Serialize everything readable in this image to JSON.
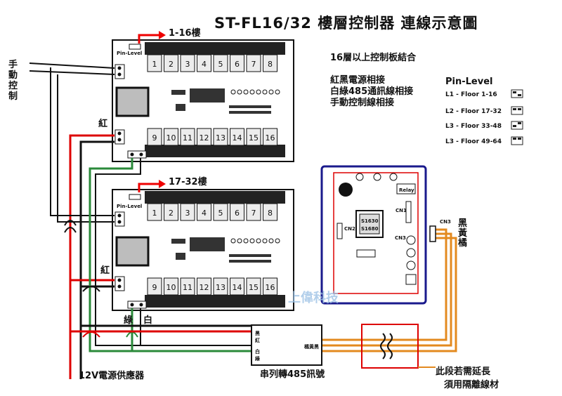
{
  "title": "ST-FL16/32 樓層控制器 連線示意圖",
  "notes": {
    "combine": "16層以上控制板結合",
    "line1": "紅黑電源相接",
    "line2": "白綠485通訊線相接",
    "line3": "手動控制線相接"
  },
  "pin_level": {
    "heading": "Pin-Level",
    "rows": [
      "L1 - Floor  1-16",
      "L2 - Floor 17-32",
      "L3 - Floor 33-48",
      "L3 - Floor 49-64"
    ]
  },
  "boards": [
    {
      "floor_range": "1-16樓",
      "pin_label": "Pin-Level",
      "relays_top": [
        "1",
        "2",
        "3",
        "4",
        "5",
        "6",
        "7",
        "8"
      ],
      "relays_bottom": [
        "9",
        "10",
        "11",
        "12",
        "13",
        "14",
        "15",
        "16"
      ]
    },
    {
      "floor_range": "17-32樓",
      "pin_label": "Pin-Level",
      "relays_top": [
        "1",
        "2",
        "3",
        "4",
        "5",
        "6",
        "7",
        "8"
      ],
      "relays_bottom": [
        "9",
        "10",
        "11",
        "12",
        "13",
        "14",
        "15",
        "16"
      ]
    }
  ],
  "labels": {
    "manual": [
      "手",
      "動",
      "控",
      "制"
    ],
    "red_wire": "紅",
    "green_wire": "綠",
    "white_wire": "白",
    "power_supply": "12V電源供應器",
    "extension": [
      "此段若需延長",
      "須用隔離線材"
    ],
    "wire_colors": [
      "黑",
      "黃",
      "橘"
    ]
  },
  "converter": {
    "port_black": "黑",
    "port_red": "紅",
    "port_white": "白",
    "port_green": "綠",
    "port_out": "橘黃黑",
    "caption": "串列轉485訊號"
  },
  "panel": {
    "relay": "Relay",
    "chips": [
      "S1630",
      "S1680"
    ],
    "cn1": "CN1",
    "cn2": "CN2",
    "cn3": "CN3"
  },
  "watermark": "上偉科技"
}
